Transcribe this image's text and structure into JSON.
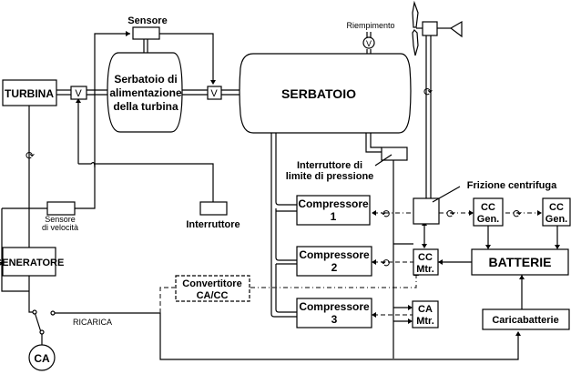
{
  "diagram": {
    "components": {
      "turbina": "TURBINA",
      "generatore": "GENERATORE",
      "ca_source": "CA",
      "sensore": "Sensore",
      "feed_tank_line1": "Serbatoio di",
      "feed_tank_line2": "alimentazione",
      "feed_tank_line3": "della turbina",
      "valve_left": "V",
      "valve_mid": "V",
      "valve_fill": "V",
      "serbatoio": "SERBATOIO",
      "riempimento": "Riempimento",
      "pressure_switch_line1": "Interruttore di",
      "pressure_switch_line2": "limite di pressione",
      "frizione": "Frizione centrifuga",
      "compressore1_line1": "Compressore",
      "compressore1_line2": "1",
      "compressore2_line1": "Compressore",
      "compressore2_line2": "2",
      "compressore3_line1": "Compressore",
      "compressore3_line2": "3",
      "cc_gen1_line1": "CC",
      "cc_gen1_line2": "Gen.",
      "cc_gen2_line1": "CC",
      "cc_gen2_line2": "Gen.",
      "cc_mtr_line1": "CC",
      "cc_mtr_line2": "Mtr.",
      "ca_mtr_line1": "CA",
      "ca_mtr_line2": "Mtr.",
      "batterie": "BATTERIE",
      "caricabatterie": "Caricabatterie",
      "convertitore_line1": "Convertitore",
      "convertitore_line2": "CA/CC",
      "interruttore": "Interruttore",
      "speed_sensor_line1": "Sensore",
      "speed_sensor_line2": "di velocità",
      "ricarica": "RICARICA"
    }
  }
}
